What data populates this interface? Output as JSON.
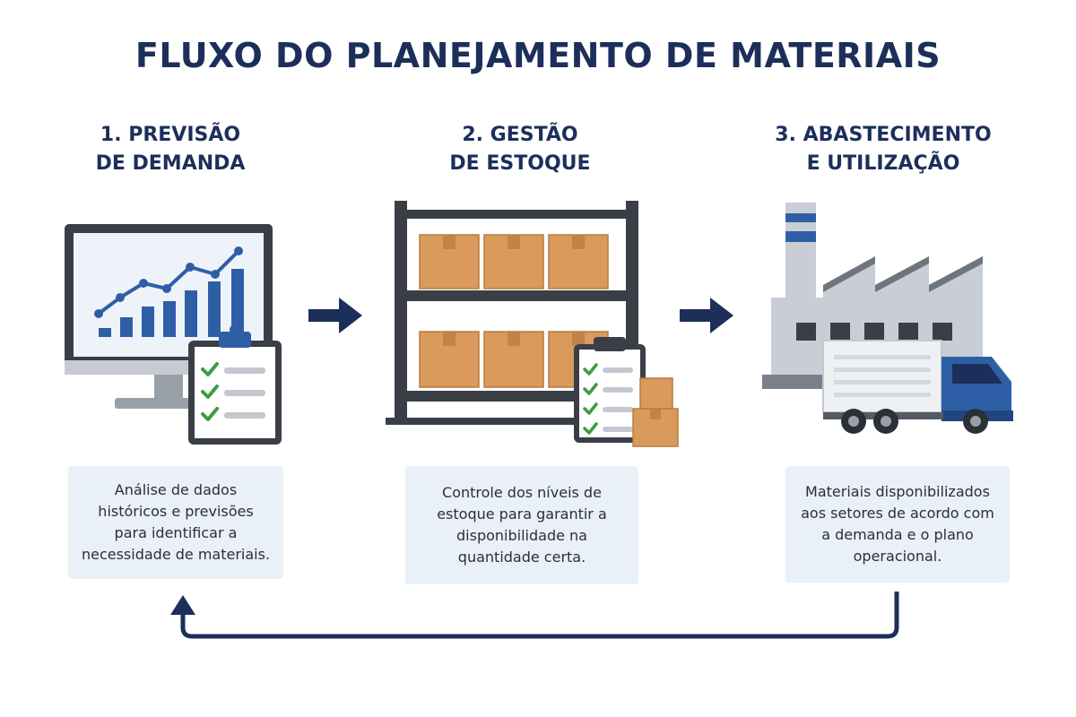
{
  "title": "FLUXO DO PLANEJAMENTO DE MATERIAIS",
  "steps": [
    {
      "title": "1. PREVISÃO\nDE DEMANDA",
      "description": "Análise de dados\nhistóricos e previsões\npara identificar a\nnecessidade de materiais.",
      "icon": "computer-chart-checklist-icon"
    },
    {
      "title": "2. GESTÃO\nDE ESTOQUE",
      "description": "Controle dos níveis de\nestoque para garantir a\ndisponibilidade na\nquantidade certa.",
      "icon": "warehouse-shelf-boxes-icon"
    },
    {
      "title": "3. ABASTECIMENTO\nE UTILIZAÇÃO",
      "description": "Materiais disponibilizados\naos setores de acordo com\na demanda e o plano\noperacional.",
      "icon": "factory-truck-icon"
    }
  ],
  "colors": {
    "navy": "#1c2f5b",
    "blue": "#2e5fa6",
    "box": "#d99a5b",
    "panel": "#e9f0f8",
    "check": "#3f9b3f"
  }
}
